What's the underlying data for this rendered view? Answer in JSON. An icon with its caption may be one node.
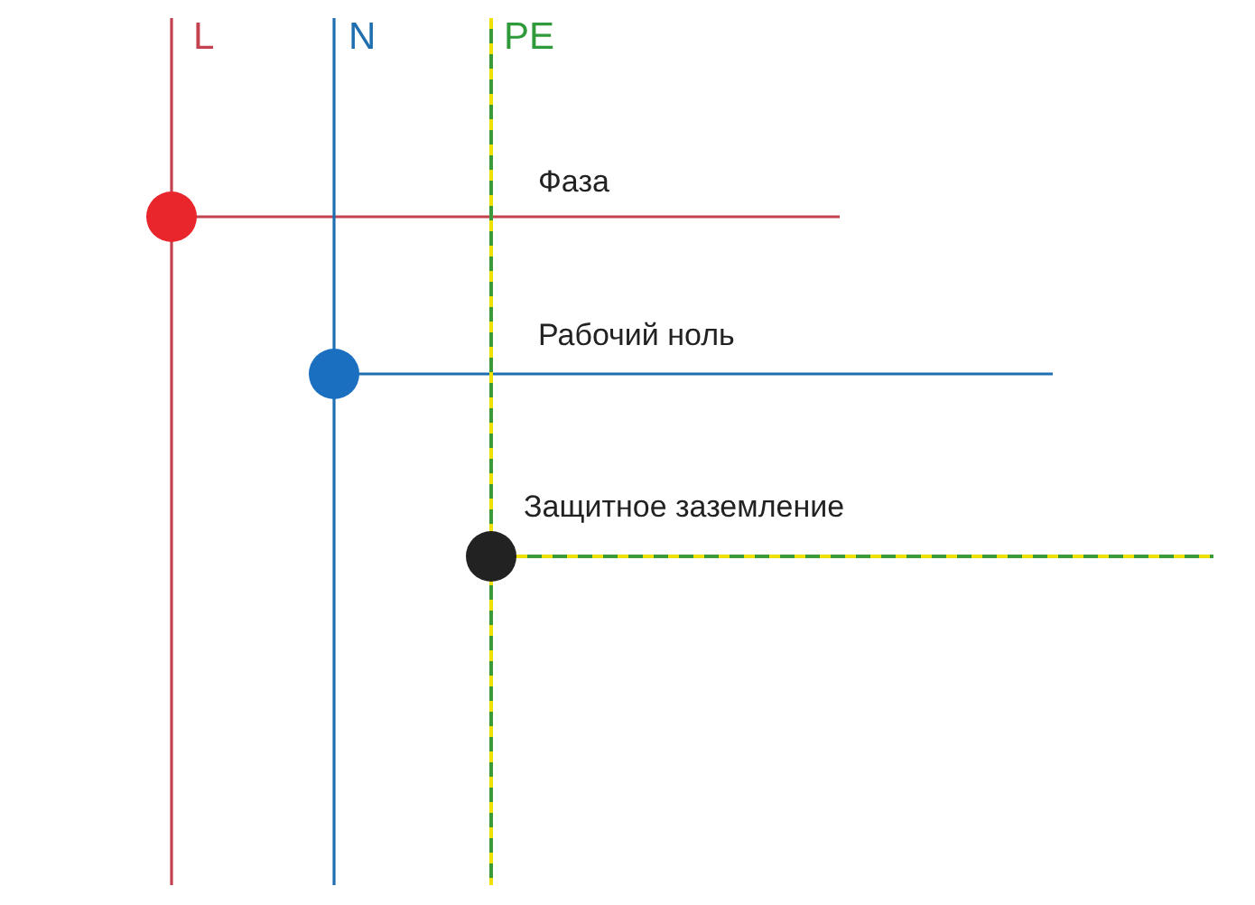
{
  "diagram": {
    "labels": [
      "L",
      "N",
      "PE",
      "Фаза",
      "Рабочий ноль",
      "Защитное заземление"
    ]
  }
}
